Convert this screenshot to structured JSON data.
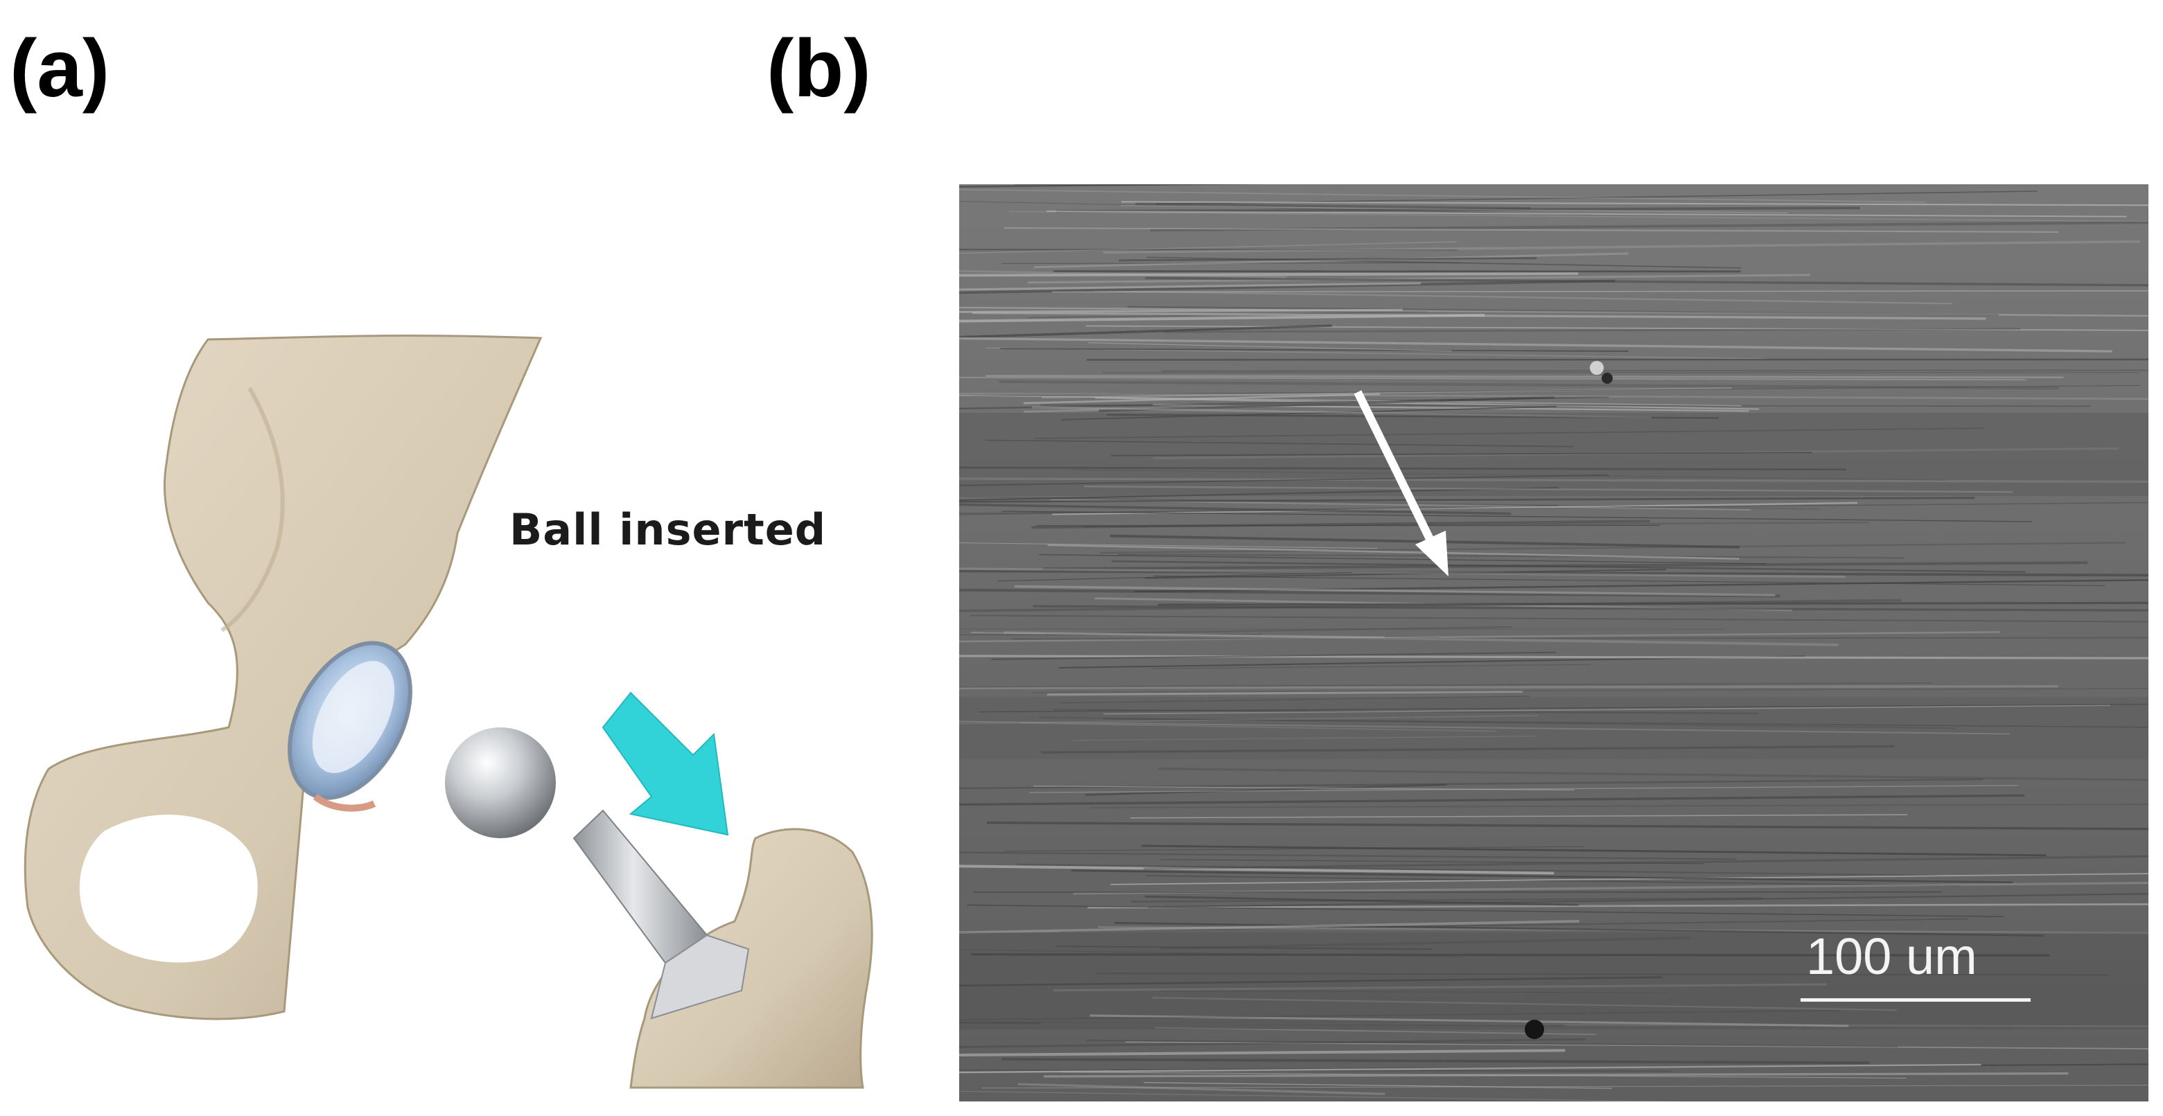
{
  "figure": {
    "panel_a_label": "(a)",
    "panel_b_label": "(b)",
    "illustration_annotation": "Ball inserted",
    "scale_bar_text": "100 um"
  },
  "colors": {
    "bone": "#d8ccb6",
    "implant_metal": "#b4b8bd",
    "liner_blue": "#a9c2e0",
    "direction_arrow": "#32d3d8",
    "sem_background": "#6b6b6b",
    "marker_arrow": "#ffffff"
  },
  "icons": {
    "panel_a": "hip-implant-illustration",
    "panel_b": "sem-micrograph",
    "insert_arrow": "cyan-arrow-icon",
    "marker_arrow": "white-arrow-icon"
  }
}
